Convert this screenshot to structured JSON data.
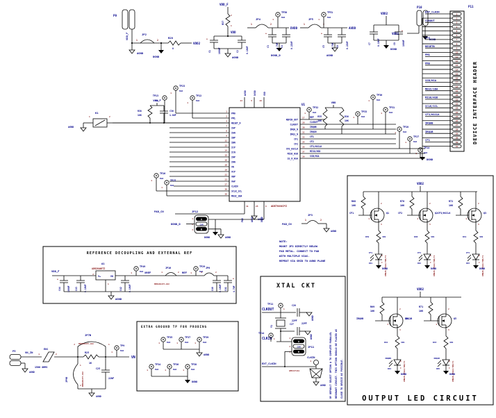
{
  "misc": {
    "one": "1",
    "two": "2",
    "three": "3",
    "plus": "+"
  },
  "power": {
    "p9": {
      "ref": "P9",
      "net": "VDD_F",
      "gnd": "AGND"
    },
    "jp2": {
      "ref": "JP2"
    },
    "r28": {
      "ref": "R28",
      "value": "0"
    },
    "vdd2_net": "VDD2",
    "jp2_gnd": "DGND",
    "vddf": {
      "net": "VDD_F",
      "r": "R37",
      "out": "VDD",
      "c1": "C1",
      "c1v": "100UF",
      "c2": "C2",
      "c2v": "0.10UF",
      "gnd": "AGND"
    },
    "dvdd": {
      "jp": "JP4",
      "tp": "TP50",
      "blk": "BLK",
      "net": "DVDD",
      "c3": "C3",
      "c3v": "4.7UF",
      "c4": "C4",
      "c4v": "0.22UF",
      "gnd": "DGND_D"
    },
    "avdd": {
      "jp": "JP5",
      "tp": "TP51",
      "blk": "BLK",
      "net": "AVDD",
      "c5": "C5",
      "c5v": "4.7UF",
      "c6": "C6",
      "c6v": "0.22UF",
      "gnd": "AGND"
    },
    "vdd2": {
      "net": "VDD2",
      "c7": "C7",
      "c7v": "0.10UF",
      "c8": "C8",
      "c8v": "100UF",
      "gnd": "DGND"
    },
    "p10": {
      "ref": "P10",
      "net": "VDD2",
      "gnd": "DGND"
    }
  },
  "p11": {
    "ref": "P11",
    "title": "DEVICE INTERFACE HEADER",
    "gnd": "DGND",
    "pin_count": 32,
    "labels": {
      "1": "EXT_CLKIN",
      "3": "CLKOUT",
      "7": "CF2",
      "9": "RESETB",
      "11": "PM1",
      "13": "PM0",
      "17": "SSB/HSA",
      "19": "MOSI/SDA",
      "21": "MISO/HSD",
      "23": "SCLK/SCL",
      "25": "CF3/HSCLK",
      "27": "IRQ0B",
      "29": "IRQ1B",
      "31": "CF1"
    }
  },
  "u1": {
    "ref": "U1",
    "part": "ADE7868CPZ",
    "left_pins": [
      {
        "n": "1",
        "name": "PM0"
      },
      {
        "n": "2",
        "name": "PM1"
      },
      {
        "n": "4",
        "name": "RESET_N"
      },
      {
        "n": "7",
        "name": "IAP"
      },
      {
        "n": "8",
        "name": "IAN"
      },
      {
        "n": "9",
        "name": "IBP"
      },
      {
        "n": "12",
        "name": "IBN"
      },
      {
        "n": "13",
        "name": "ICP"
      },
      {
        "n": "14",
        "name": "ICN"
      },
      {
        "n": "15",
        "name": "INP"
      },
      {
        "n": "16",
        "name": "INN"
      },
      {
        "n": "18",
        "name": "VN"
      },
      {
        "n": "19",
        "name": "VCP"
      },
      {
        "n": "22",
        "name": "VBP"
      },
      {
        "n": "23",
        "name": "VAP"
      },
      {
        "n": "27",
        "name": "CLKIN"
      },
      {
        "n": "36",
        "name": "SCLK_SCL"
      },
      {
        "n": "38",
        "name": "MOSI_SDA"
      }
    ],
    "right_pins": [
      {
        "n": "17",
        "name": "REFIN_OUT",
        "net": "REF"
      },
      {
        "n": "28",
        "name": "CLKOUT",
        "net": "CLKOUT"
      },
      {
        "n": "30",
        "name": "IRQ0_N",
        "net": "IRQ0B"
      },
      {
        "n": "32",
        "name": "IRQ1_N",
        "net": "IRQ1B"
      },
      {
        "n": "33",
        "name": "CF1",
        "net": "CF1"
      },
      {
        "n": "34",
        "name": "CF2",
        "net": "CF2"
      },
      {
        "n": "35",
        "name": "CF3_HSCLK",
        "net": "CF3/HSCLK"
      },
      {
        "n": "37",
        "name": "MISO_HSD",
        "net": "MISO/HSD"
      },
      {
        "n": "39",
        "name": "SS_N_HSA",
        "net": "SSB/HSA"
      }
    ],
    "top_pins": [
      {
        "n": "24",
        "name": "AVDD"
      },
      {
        "n": "5",
        "name": "DVDD"
      },
      {
        "n": "26",
        "name": "VDD"
      }
    ],
    "bottom_pins": [
      {
        "n": "41",
        "name": "PAD"
      },
      {
        "n": "25",
        "name": "AGND"
      },
      {
        "n": "6",
        "name": "DGND"
      }
    ]
  },
  "reset": {
    "k1": "K1",
    "gnd": "AGND",
    "net": "VDD_F",
    "r38": "R38",
    "r38v": "10K",
    "c36": "C36",
    "c36v": "1.0UF",
    "tp23": "TP23",
    "tp13": "TP13",
    "tp22": "TP22",
    "tp26": "TP26",
    "tp25": "TP25",
    "blk": "BLK"
  },
  "right_tps": {
    "vdd": "VDD",
    "r35": "R35",
    "r35v": "10K",
    "r36": "R36",
    "r36v": "10K",
    "blk": "BLK",
    "tps": [
      "TP32",
      "TP33",
      "TP30",
      "TP31",
      "TP28",
      "TP27",
      "TP24"
    ]
  },
  "pad": {
    "net": "PAD_CN",
    "jp": "JP3",
    "gnd": "AGND",
    "note": [
      "NOTE:",
      "MOUNT JP3 DIRECTLY BELOW",
      "PAD METAL. CONNECT TO PAD",
      "WITH MULTIPLE VIAS.",
      "REPEAT VIA GRID TO AGND PLANE"
    ]
  },
  "jp12": {
    "ref": "JP12",
    "net": "DGND_D",
    "a": "A",
    "com": "COM",
    "b": "B",
    "dgnd": "DGND",
    "agnd": "AGND"
  },
  "refbox": {
    "title": "REFERENCE DECOUPLING AND EXTERNAL REF",
    "net": "VDD_F",
    "c44": "C44",
    "c44v": "100UF",
    "c43": "C43",
    "c43v": "0.10UF",
    "a1": "A1",
    "a1part": "ADR280ARTZ",
    "vp": "V+",
    "vo": "VO",
    "c42": "C42",
    "c42v": "0.10UF",
    "tp49": "TP49",
    "xref": "XREF",
    "jp10": "JP10",
    "jp10part": "BERG69157-102",
    "ref": "REF",
    "tp29": "TP29",
    "jp6": "JP6",
    "c40": "C40",
    "c40v": "0.10UF",
    "c41": "C41",
    "c41v": "4.7UF",
    "blk": "BLK",
    "gnd": "AGND"
  },
  "gndtp": {
    "title": "EXTRA GROUND TP FOR PROBING",
    "blk": "BLK",
    "row1": [
      "TP35",
      "TP37",
      "TP39"
    ],
    "row1_gnd": "AGND",
    "row2": [
      "TP34",
      "TP36",
      "TP38"
    ],
    "row2_gnd": "DGND"
  },
  "xtal": {
    "title": "XTAL CKT",
    "clkout": "CLKOUT",
    "clkin": "CLKIN",
    "tp_out": "TP11",
    "tp_in": "TP14",
    "blk": "BLK",
    "c26": "C26",
    "c26v": "22PF",
    "c27": "C27",
    "c27v": "22PF",
    "y1": "Y1",
    "jp11": "JP11",
    "a": "A",
    "com": "COM",
    "b": "B",
    "ext": "EXT_CLKIN",
    "sma": "CLKIN",
    "sma_part": "AMP227161",
    "gnd": "AGND",
    "note": [
      "BY DEFAULT SELECT OPTION A TO COMPLETE PARALLEL",
      "RESONANT CIRCUIT. THIS OPTION SHOULD BE PLACED AS",
      "CLOSE TO DEVICE AS POSSIBLE."
    ]
  },
  "led": {
    "title": "OUTPUT LED CIRCUIT",
    "vdd2": "VDD2",
    "dgnd": "DGND",
    "a": "A",
    "c": "C",
    "led_part": "CMD28-21VGC/TR8/T1",
    "cells": [
      {
        "pull": "R68",
        "pullv": "10K",
        "net": "CF1",
        "q": "Q1",
        "rs": "R39",
        "rsv": "499",
        "cr": "CR1",
        "lednet": "CF1"
      },
      {
        "pull": "R70",
        "pullv": "10K",
        "net": "CF2",
        "q": "Q2",
        "rs": "R40",
        "rsv": "499",
        "cr": "CR2",
        "lednet": "CF2"
      },
      {
        "pull": "R72",
        "pullv": "10K",
        "net": "CF3/HSCLK",
        "q": "Q3",
        "rs": "R41",
        "rsv": "499",
        "cr": "CR3",
        "lednet": "CF3"
      },
      {
        "pull": "R69",
        "pullv": "10K",
        "net": "IRQ0B",
        "q": "Q4",
        "rs": "R42",
        "rsv": "499",
        "cr": "CR4",
        "lednet": "IRQ0B"
      },
      {
        "pull": "R71",
        "pullv": "10K",
        "net": "IRQ1B",
        "q": "Q5",
        "rs": "R43",
        "rsv": "499",
        "cr": "CR5",
        "lednet": "IRQ1B"
      }
    ]
  },
  "vin": {
    "p5": "P5",
    "net": "VN_IN",
    "gnd": "AGND",
    "fb": "E8S",
    "fbv": "1500 OHMS",
    "jp7": "JP7B",
    "jp7part": "BERG69157-102",
    "r25": "R25",
    "r25v": "1K",
    "jp9": "JP9B",
    "jp9part": "BERG69157-102",
    "c25": "C25",
    "c25v": "22NF",
    "tp9": "TP9",
    "blk": "BLK",
    "out": "VN",
    "gnd2": "AGND"
  }
}
